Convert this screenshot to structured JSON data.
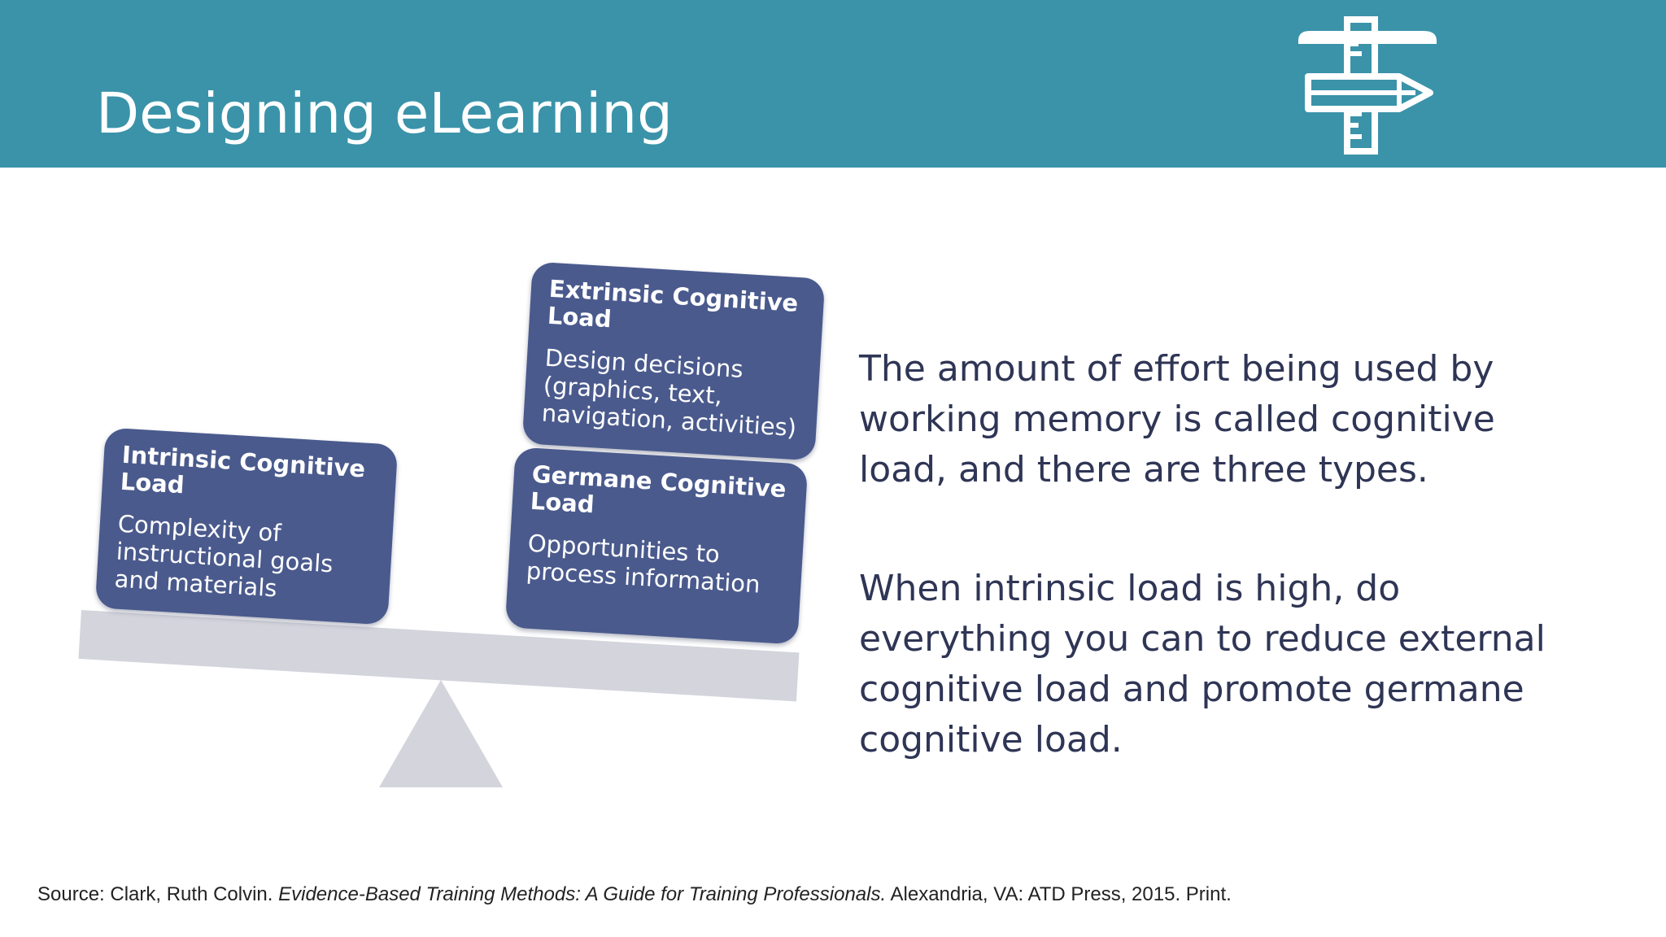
{
  "header": {
    "title": "Designing eLearning",
    "icon": "pencil-ruler-signpost-icon",
    "background_color": "#3a93a9"
  },
  "diagram": {
    "loads": [
      {
        "title": "Intrinsic Cognitive Load",
        "description": "Complexity of instructional goals and materials"
      },
      {
        "title": "Extrinsic Cognitive Load",
        "description": "Design decisions (graphics, text, navigation, activities)"
      },
      {
        "title": "Germane Cognitive Load",
        "description": "Opportunities to process information"
      }
    ],
    "box_color": "#4a5a8d",
    "scale_color": "#d3d4dc"
  },
  "body": {
    "paragraph_1": "The amount of effort being used by working memory is called cognitive load, and there are three types.",
    "paragraph_2": "When intrinsic load is high, do everything you can to reduce external cognitive load and promote germane cognitive load."
  },
  "source": {
    "prefix": "Source: Clark, Ruth Colvin. ",
    "title": "Evidence-Based Training Methods: A Guide for Training Professionals.",
    "suffix": " Alexandria, VA: ATD Press, 2015. Print."
  }
}
